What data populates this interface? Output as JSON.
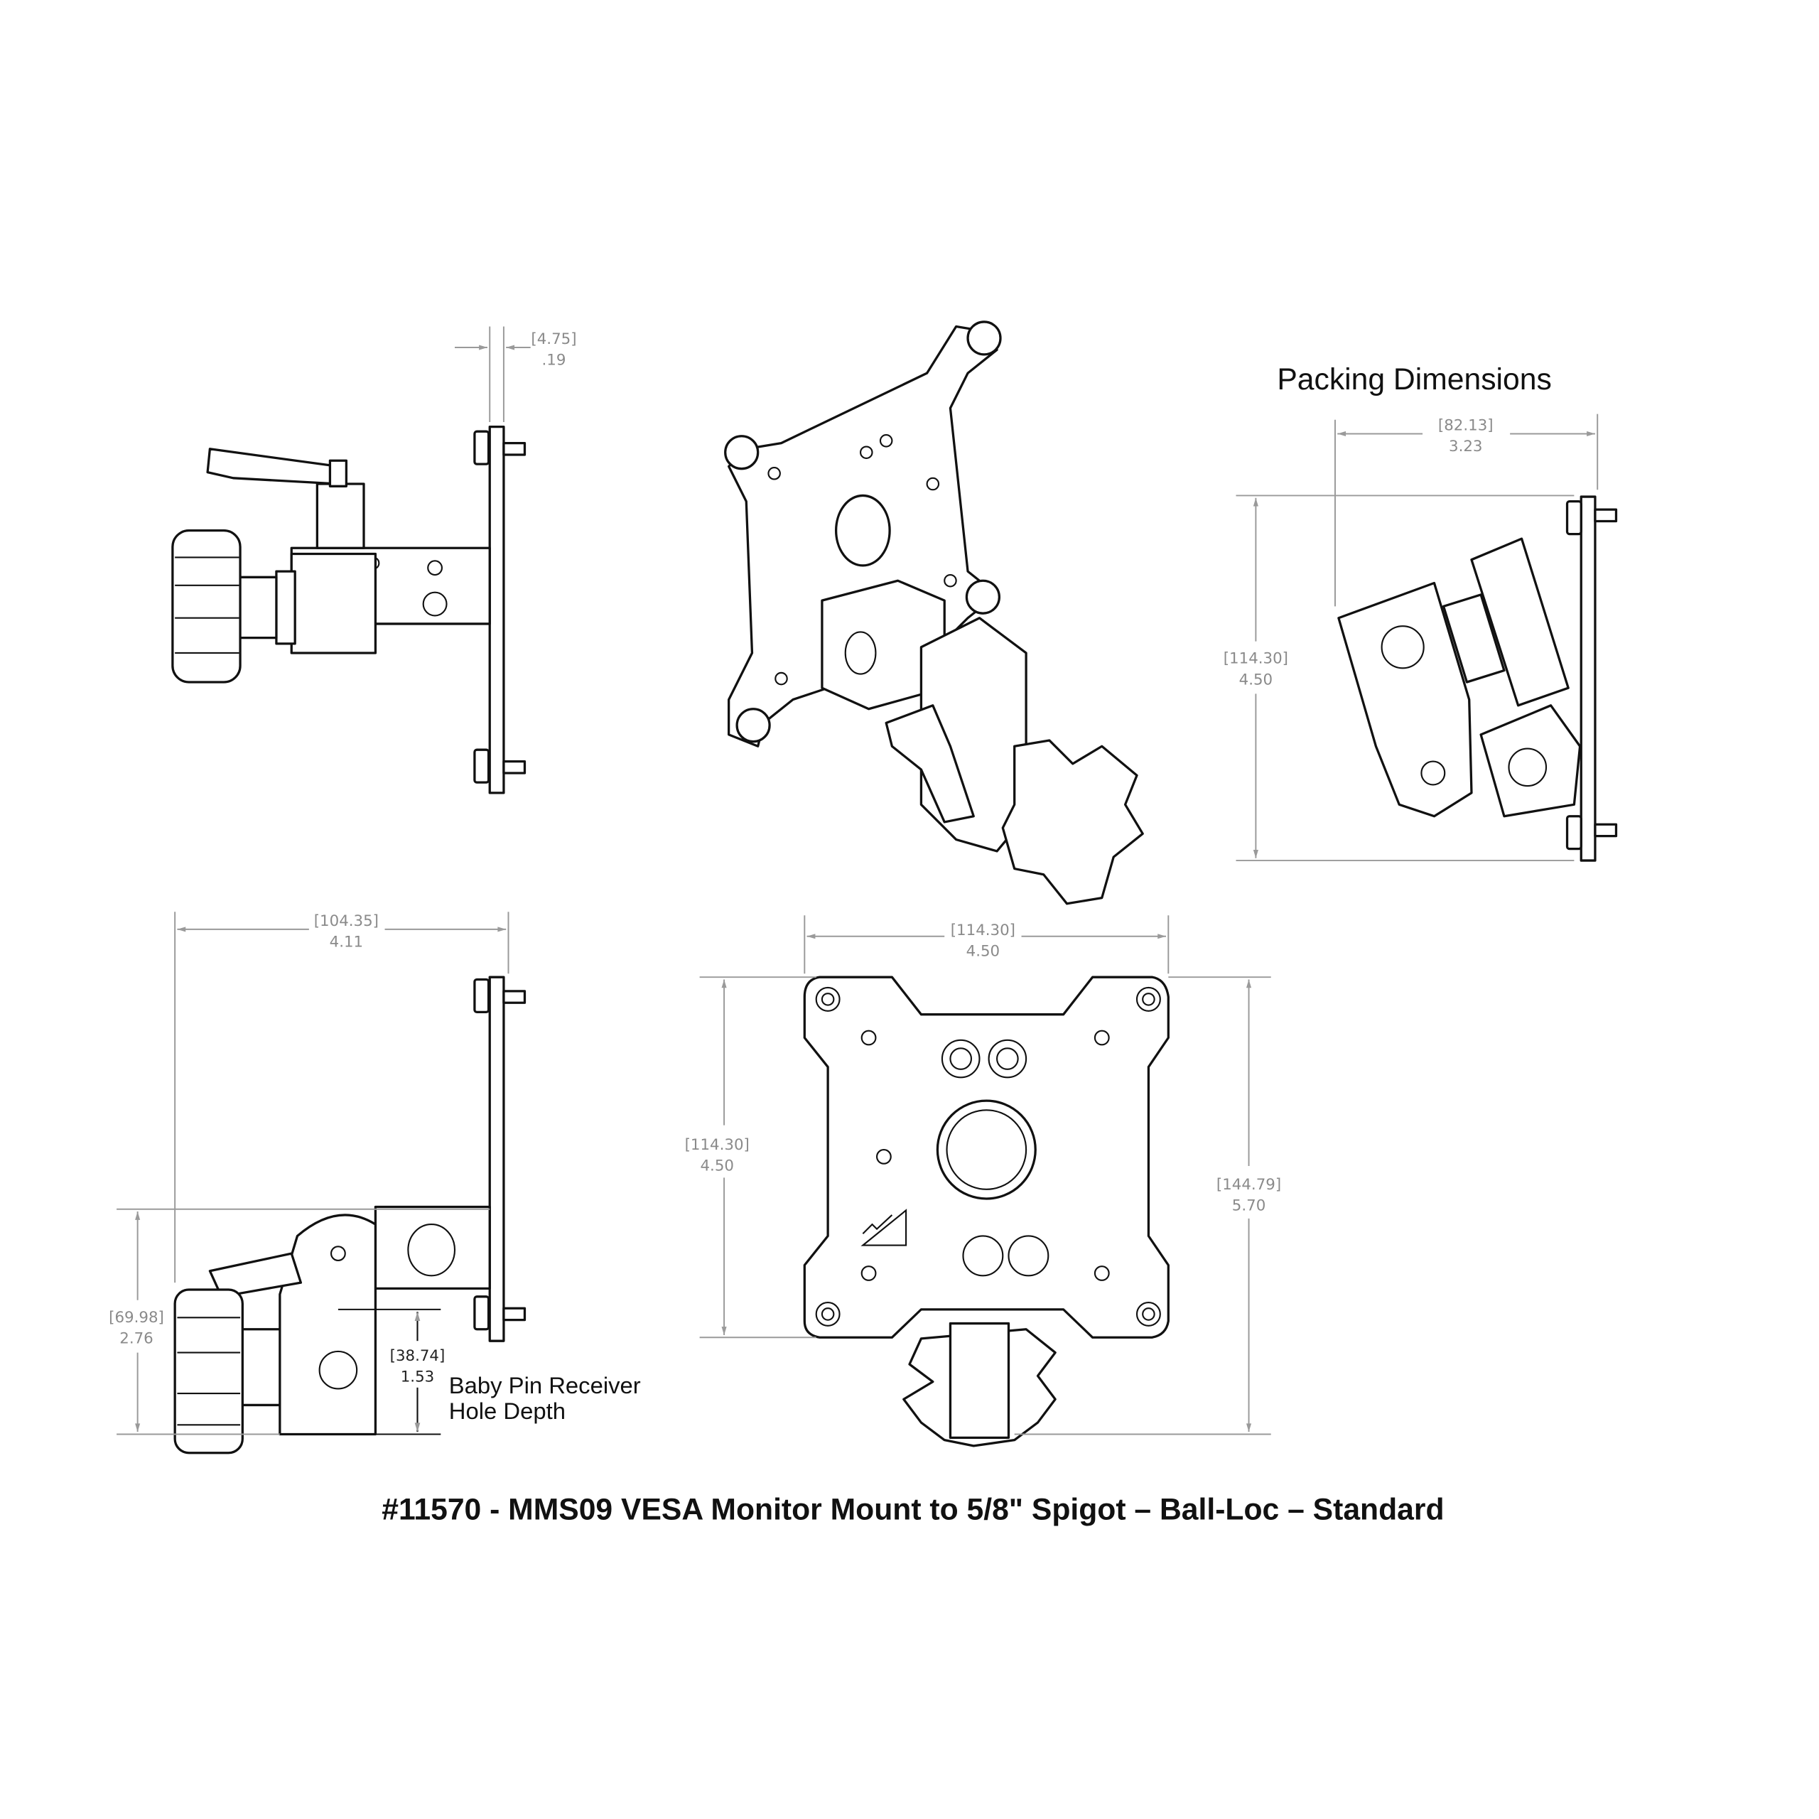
{
  "title": "#11570 - MMS09 VESA Monitor Mount to 5/8\" Spigot – Ball-Loc – Standard",
  "packing": {
    "heading": "Packing Dimensions",
    "width": {
      "mm": "[82.13]",
      "in": "3.23"
    },
    "height": {
      "mm": "[114.30]",
      "in": "4.50"
    }
  },
  "side_view_top": {
    "plate_thickness": {
      "mm": "[4.75]",
      "in": ".19"
    }
  },
  "side_view_bottom": {
    "depth": {
      "mm": "[104.35]",
      "in": "4.11"
    },
    "height": {
      "mm": "[69.98]",
      "in": "2.76"
    },
    "pin_depth": {
      "mm": "[38.74]",
      "in": "1.53"
    },
    "note_line1": "Baby Pin Receiver",
    "note_line2": "Hole Depth"
  },
  "front_view": {
    "width": {
      "mm": "[114.30]",
      "in": "4.50"
    },
    "hole_spacing": {
      "mm": "[114.30]",
      "in": "4.50"
    },
    "total_height": {
      "mm": "[144.79]",
      "in": "5.70"
    }
  }
}
